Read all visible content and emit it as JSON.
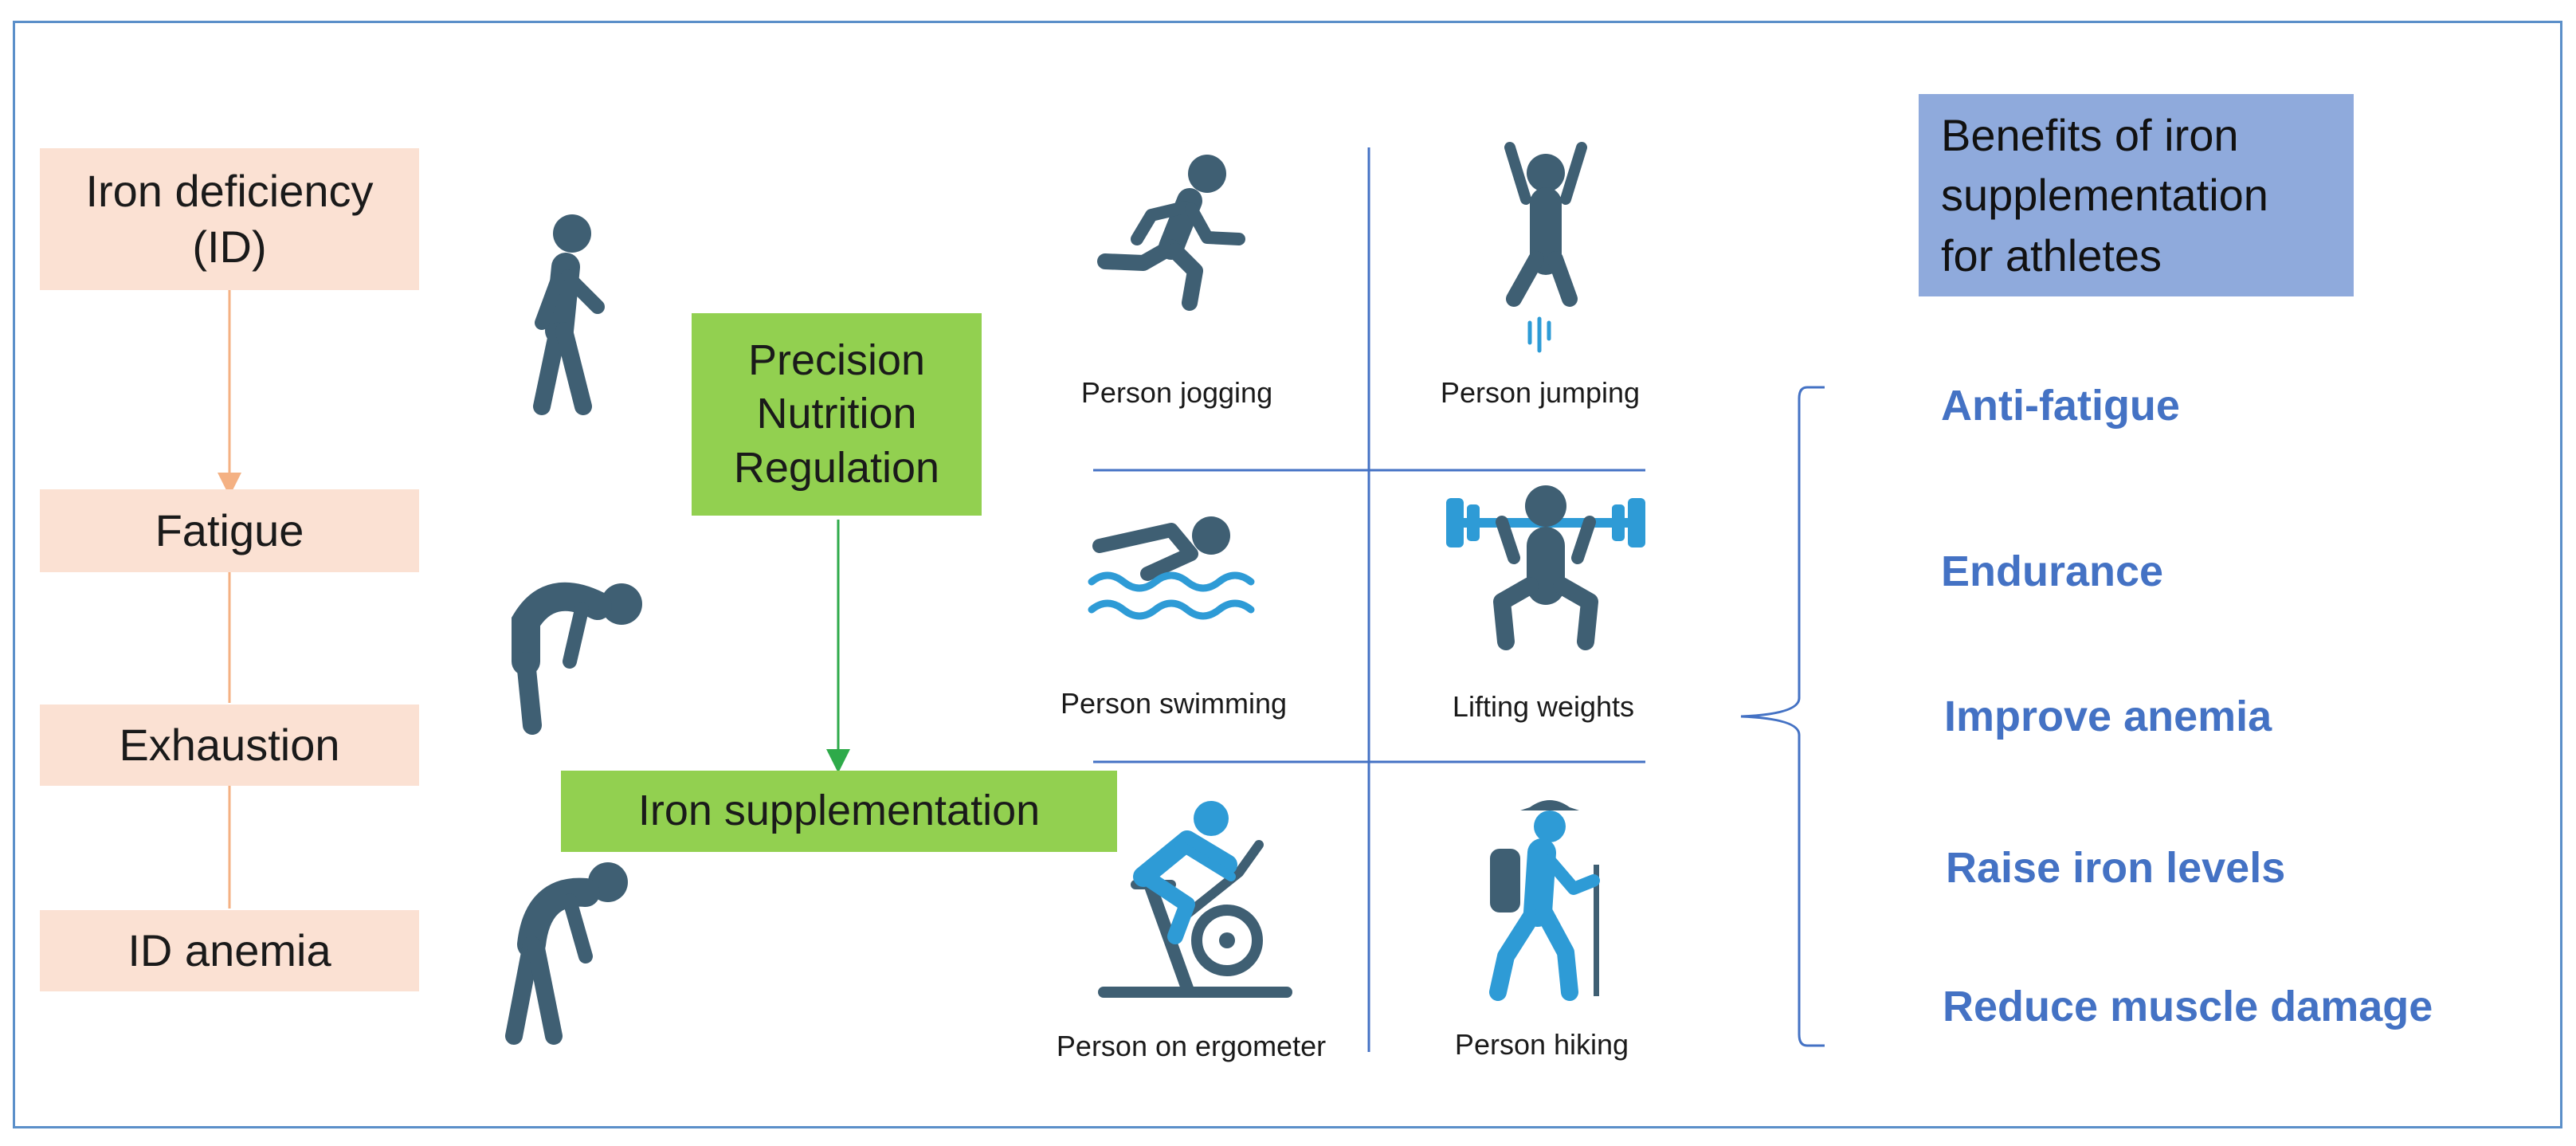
{
  "stages": [
    {
      "label_line1": "Iron deficiency",
      "label_line2": "(ID)"
    },
    {
      "label_line1": "Fatigue"
    },
    {
      "label_line1": "Exhaustion"
    },
    {
      "label_line1": "ID anemia"
    }
  ],
  "precision_box": {
    "line1": "Precision",
    "line2": "Nutrition",
    "line3": "Regulation"
  },
  "iron_box": {
    "label": "Iron supplementation"
  },
  "activities": [
    {
      "caption": "Person jogging",
      "icon": "person-jogging-icon"
    },
    {
      "caption": "Person jumping",
      "icon": "person-jumping-icon"
    },
    {
      "caption": "Person swimming",
      "icon": "person-swimming-icon"
    },
    {
      "caption": "Lifting weights",
      "icon": "lifting-weights-icon"
    },
    {
      "caption": "Person on ergometer",
      "icon": "person-ergometer-icon"
    },
    {
      "caption": "Person hiking",
      "icon": "person-hiking-icon"
    }
  ],
  "benefits_title": {
    "line1": "Benefits of iron",
    "line2": "supplementation",
    "line3": "for athletes"
  },
  "benefits": [
    "Anti-fatigue",
    "Endurance",
    "Improve anemia",
    "Raise iron levels",
    "Reduce muscle damage"
  ],
  "colors": {
    "icon_dark": "#3f5f73",
    "icon_blue": "#2e9bd6",
    "stage_fill": "#fbe1d3",
    "green_fill": "#92d050",
    "title_fill": "#8faadc",
    "benefit_text": "#4472c4",
    "stage_arrow": "#f4b183",
    "green_arrow": "#2eaa4a",
    "grid_line": "#4472c4"
  }
}
